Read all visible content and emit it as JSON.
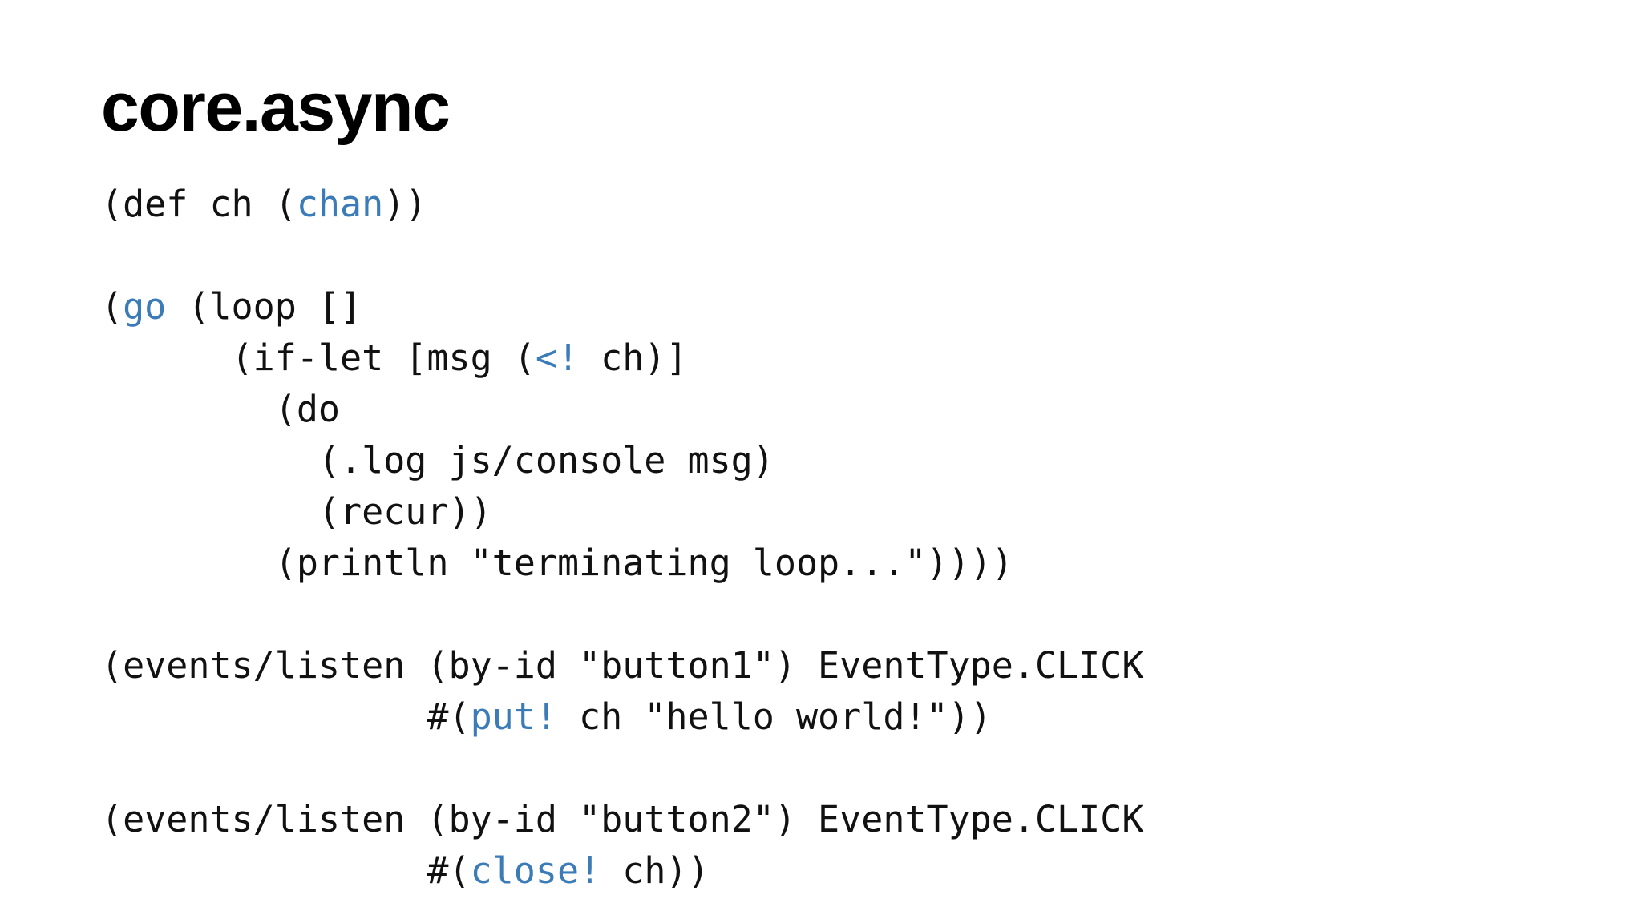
{
  "slide": {
    "title": "core.async",
    "background_color": "#ffffff",
    "text_color": "#111111",
    "accent_color": "#3b7cb8"
  },
  "code": {
    "language": "clojure",
    "lines": [
      {
        "id": "line-def-ch",
        "text": "(def ch (chan))",
        "tokens": [
          {
            "t": "(def ch (",
            "accent": false
          },
          {
            "t": "chan",
            "accent": true
          },
          {
            "t": "))",
            "accent": false
          }
        ]
      },
      {
        "id": "line-blank-1",
        "text": "",
        "tokens": []
      },
      {
        "id": "line-go-loop",
        "text": "(go (loop []",
        "tokens": [
          {
            "t": "(",
            "accent": false
          },
          {
            "t": "go",
            "accent": true
          },
          {
            "t": " (loop []",
            "accent": false
          }
        ]
      },
      {
        "id": "line-if-let",
        "text": "      (if-let [msg (<! ch)]",
        "tokens": [
          {
            "t": "      (if-let [msg (",
            "accent": false
          },
          {
            "t": "<!",
            "accent": true
          },
          {
            "t": " ch)]",
            "accent": false
          }
        ]
      },
      {
        "id": "line-do",
        "text": "        (do",
        "tokens": [
          {
            "t": "        (do",
            "accent": false
          }
        ]
      },
      {
        "id": "line-log",
        "text": "          (.log js/console msg)",
        "tokens": [
          {
            "t": "          (.log js/console msg)",
            "accent": false
          }
        ]
      },
      {
        "id": "line-recur",
        "text": "          (recur))",
        "tokens": [
          {
            "t": "          (recur))",
            "accent": false
          }
        ]
      },
      {
        "id": "line-println",
        "text": "        (println \"terminating loop...\"))))",
        "tokens": [
          {
            "t": "        (println \"terminating loop...\"))))",
            "accent": false
          }
        ]
      },
      {
        "id": "line-blank-2",
        "text": "",
        "tokens": []
      },
      {
        "id": "line-listen-button1",
        "text": "(events/listen (by-id \"button1\") EventType.CLICK",
        "tokens": [
          {
            "t": "(events/listen (by-id \"button1\") EventType.CLICK",
            "accent": false
          }
        ]
      },
      {
        "id": "line-put",
        "text": "               #(put! ch \"hello world!\"))",
        "tokens": [
          {
            "t": "               #(",
            "accent": false
          },
          {
            "t": "put!",
            "accent": true
          },
          {
            "t": " ch \"hello world!\"))",
            "accent": false
          }
        ]
      },
      {
        "id": "line-blank-3",
        "text": "",
        "tokens": []
      },
      {
        "id": "line-listen-button2",
        "text": "(events/listen (by-id \"button2\") EventType.CLICK",
        "tokens": [
          {
            "t": "(events/listen (by-id \"button2\") EventType.CLICK",
            "accent": false
          }
        ]
      },
      {
        "id": "line-close",
        "text": "               #(close! ch))",
        "tokens": [
          {
            "t": "               #(",
            "accent": false
          },
          {
            "t": "close!",
            "accent": true
          },
          {
            "t": " ch))",
            "accent": false
          }
        ]
      }
    ]
  }
}
